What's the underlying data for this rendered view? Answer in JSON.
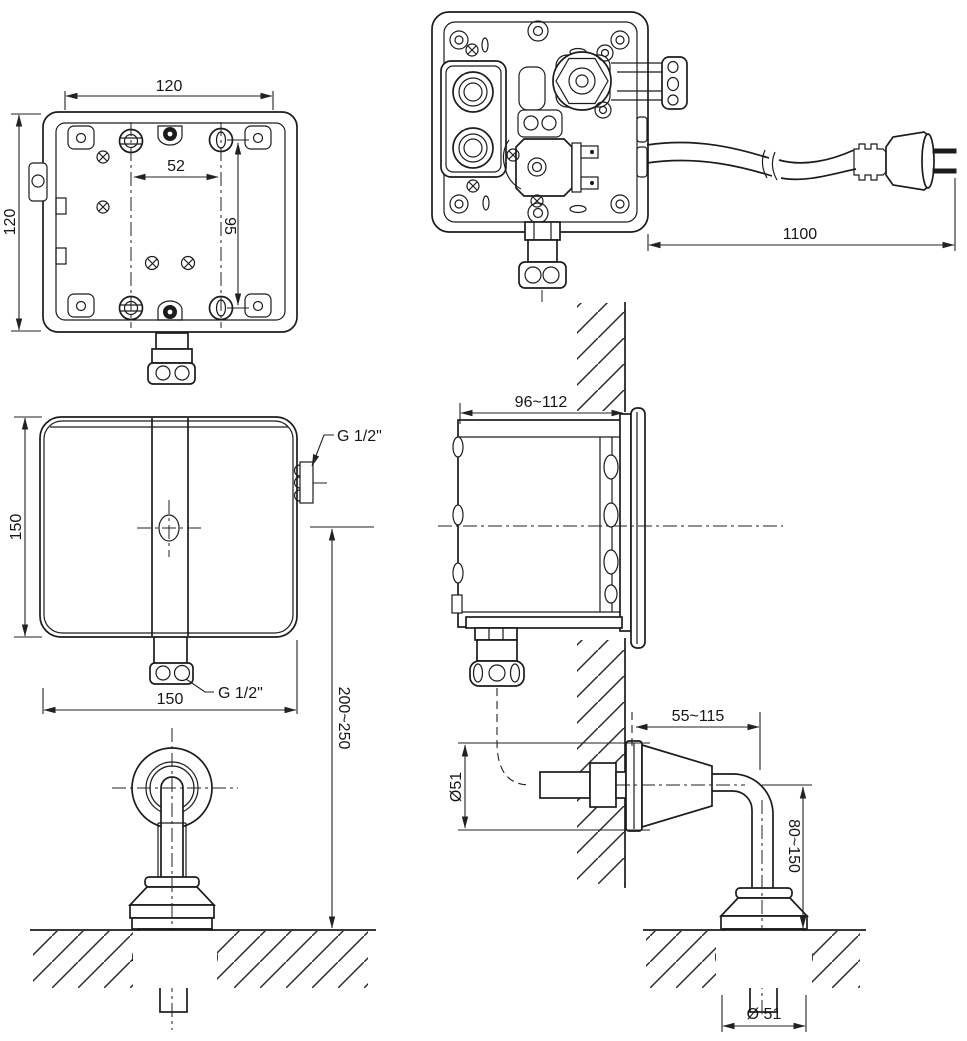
{
  "drawing_type": "installation-dimension-diagram",
  "views": {
    "rear": {
      "label": "mounting-box-rear-view",
      "dims": {
        "width": "120",
        "height": "120",
        "slot_spacing": "52",
        "hole_spacing": "95"
      }
    },
    "internal": {
      "label": "valve-box-internal-view",
      "dims": {
        "cable_length": "1100"
      }
    },
    "front": {
      "label": "front-cover-view",
      "dims": {
        "height": "150",
        "width": "150",
        "inlet_thread": "G 1/2\"",
        "outlet_thread": "G 1/2\"",
        "center_to_floor": "200~250"
      }
    },
    "side": {
      "label": "wall-recess-side-view",
      "dims": {
        "recess_depth": "96~112"
      }
    },
    "spout": {
      "label": "spout-side-view",
      "dims": {
        "wall_to_center": "55~115",
        "flange_diameter": "Ø51",
        "height_above_floor": "80~150",
        "base_diameter": "Ø 51"
      }
    }
  },
  "colors": {
    "line": "#1c1c1c",
    "background": "#ffffff"
  }
}
